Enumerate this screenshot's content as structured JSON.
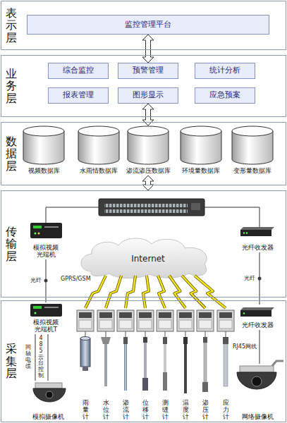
{
  "diagram": {
    "nodes": [
      {
        "text": [
          "表示层"
        ]
      },
      {
        "text": [
          "监控管理平台"
        ],
        "in": 0
      },
      {
        "text": [
          "业务层"
        ]
      },
      {
        "text": [
          "综合监控"
        ],
        "in": 2
      },
      {
        "text": [
          "预警管理"
        ],
        "in": 2
      },
      {
        "text": [
          "统计分析"
        ],
        "in": 2
      },
      {
        "text": [
          "报表管理"
        ],
        "in": 2
      },
      {
        "text": [
          "图形显示"
        ],
        "in": 2
      },
      {
        "text": [
          "应急预案"
        ],
        "in": 2
      },
      {
        "text": [
          "数据层"
        ]
      },
      {
        "text": [
          "视频数据库"
        ],
        "in": 9
      },
      {
        "text": [
          "水雨情数据库"
        ],
        "in": 9
      },
      {
        "text": [
          "渗流渗压数据库"
        ],
        "in": 9
      },
      {
        "text": [
          "环境量数据库"
        ],
        "in": 9
      },
      {
        "text": [
          "变形量数据库"
        ],
        "in": 9
      },
      {
        "text": [
          "传输层"
        ]
      },
      {
        "text": [
          "模拟视频光端机"
        ],
        "in": 15
      },
      {
        "text": [
          "光纤收发器"
        ],
        "in": 15
      },
      {
        "text": [
          "Internet"
        ],
        "in": 15
      },
      {
        "text": [
          "采集层"
        ]
      },
      {
        "text": [
          "模拟视频光端机T"
        ],
        "in": 19
      },
      {
        "text": [
          "光纤收发器"
        ],
        "in": 19
      },
      {
        "text": [
          "雨量计"
        ],
        "in": 19
      },
      {
        "text": [
          "水位计"
        ],
        "in": 19
      },
      {
        "text": [
          "渗流计"
        ],
        "in": 19
      },
      {
        "text": [
          "位移计"
        ],
        "in": 19
      },
      {
        "text": [
          "测缝计"
        ],
        "in": 19
      },
      {
        "text": [
          "温度计"
        ],
        "in": 19
      },
      {
        "text": [
          "渗压计"
        ],
        "in": 19
      },
      {
        "text": [
          "应力计"
        ],
        "in": 19
      },
      {
        "text": [
          "模拟摄像机"
        ],
        "in": 19
      },
      {
        "text": [
          "网络摄像机"
        ],
        "in": 19
      }
    ],
    "edges": [
      {
        "from": 1,
        "to": 4,
        "arrow": "both"
      },
      {
        "from": 7,
        "to": 12,
        "arrow": "both"
      },
      {
        "from": 12,
        "to": 15,
        "arrow": "both"
      },
      {
        "from": 16,
        "to": 20,
        "label": "光纤",
        "arrow": "none"
      },
      {
        "from": 17,
        "to": 21,
        "label": "光纤",
        "arrow": "none"
      },
      {
        "from": 20,
        "to": 30,
        "label": "同轴电缆",
        "arrow": "none"
      },
      {
        "from": 20,
        "to": 30,
        "label": "485云台控制",
        "arrow": "none"
      },
      {
        "from": 21,
        "to": 31,
        "label": "RJ45网线",
        "arrow": "none"
      }
    ],
    "labels": [
      "GPRS/GSM"
    ]
  }
}
